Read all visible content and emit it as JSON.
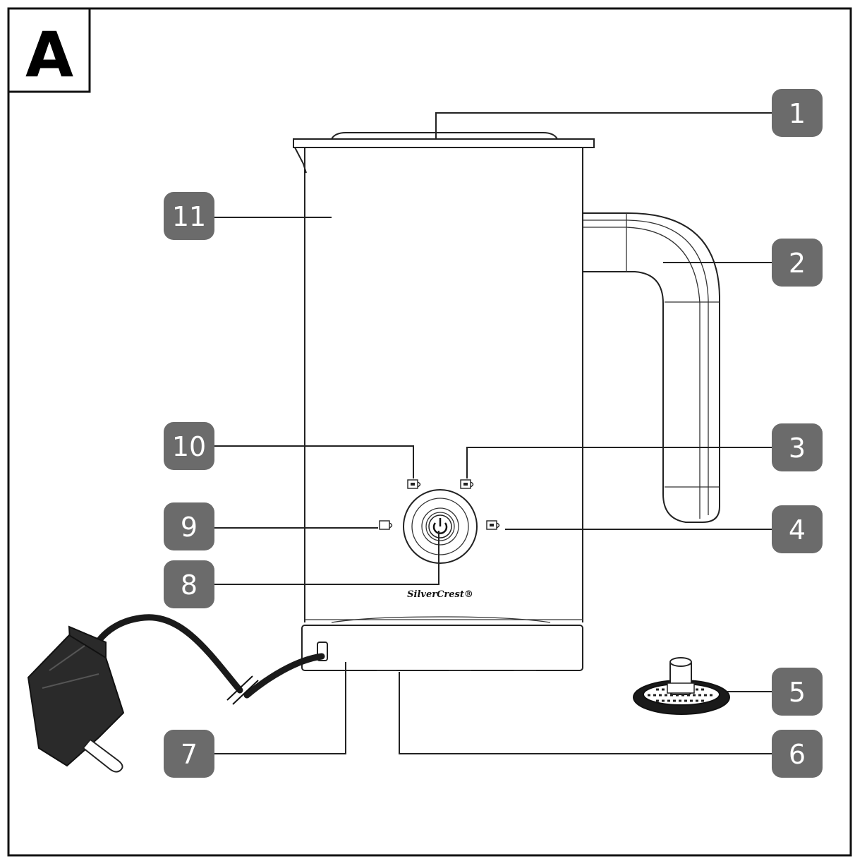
{
  "panel_label": "A",
  "brand": "SilverCrest®",
  "colors": {
    "frame": "#111111",
    "badge_fill": "#6b6b6b",
    "badge_text": "#ffffff",
    "line": "#222222",
    "cable": "#1a1a1a",
    "plug": "#2a2a2a"
  },
  "callouts": [
    {
      "number": "1",
      "part": "lid"
    },
    {
      "number": "2",
      "part": "handle"
    },
    {
      "number": "3",
      "part": "function-icon-hot-froth"
    },
    {
      "number": "4",
      "part": "function-icon-hot-milk"
    },
    {
      "number": "5",
      "part": "whisk"
    },
    {
      "number": "6",
      "part": "base"
    },
    {
      "number": "7",
      "part": "power-cable"
    },
    {
      "number": "8",
      "part": "power-button"
    },
    {
      "number": "9",
      "part": "function-icon-cold-froth"
    },
    {
      "number": "10",
      "part": "function-icon-warm-froth"
    },
    {
      "number": "11",
      "part": "jug"
    }
  ]
}
